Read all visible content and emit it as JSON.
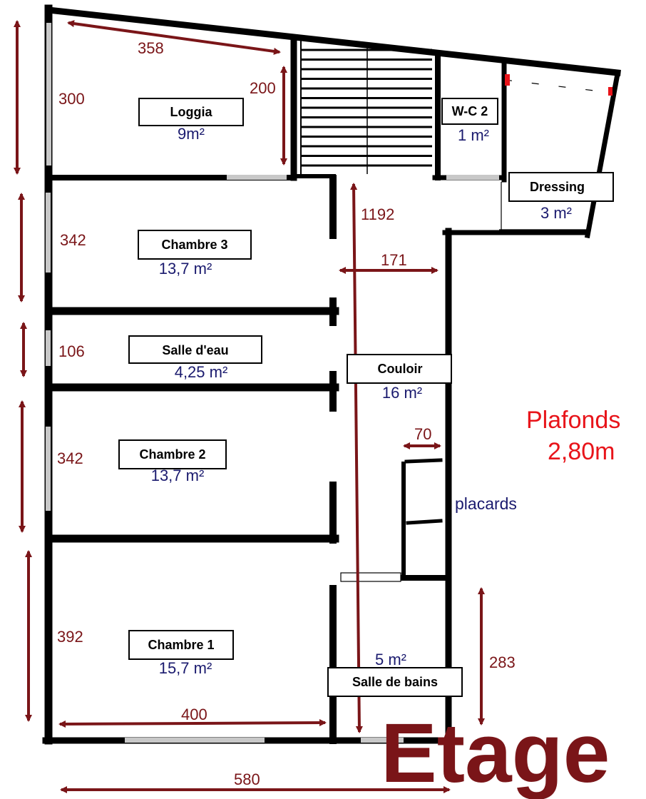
{
  "colors": {
    "wall": "#000000",
    "window": "#c8c8c8",
    "dimension": "#7a1518",
    "area": "#1a1a6e",
    "ceiling": "#e8141a",
    "title": "#7a1518"
  },
  "rooms": {
    "loggia": {
      "name": "Loggia",
      "area": "9m²"
    },
    "wc2": {
      "name": "W-C 2",
      "area": "1 m²"
    },
    "dressing": {
      "name": "Dressing",
      "area": "3 m²"
    },
    "chambre3": {
      "name": "Chambre 3",
      "area": "13,7 m²"
    },
    "salle_eau": {
      "name": "Salle d'eau",
      "area": "4,25 m²"
    },
    "couloir": {
      "name": "Couloir",
      "area": "16 m²"
    },
    "chambre2": {
      "name": "Chambre 2",
      "area": "13,7 m²"
    },
    "chambre1": {
      "name": "Chambre 1",
      "area": "15,7 m²"
    },
    "salle_bains": {
      "name": "Salle de bains",
      "area": "5 m²"
    }
  },
  "dimensions": {
    "loggia_width": "358",
    "loggia_height": "300",
    "stair_height": "200",
    "corridor_length": "1192",
    "corridor_width": "171",
    "chambre3_height": "342",
    "salle_eau_height": "106",
    "chambre2_height": "342",
    "chambre1_height": "392",
    "chambre1_width": "400",
    "placard_depth": "70",
    "salle_bains_height": "283",
    "total_width": "580"
  },
  "notes": {
    "placards": "placards",
    "ceiling_label": "Plafonds",
    "ceiling_value": "2,80m"
  },
  "title": "Etage"
}
